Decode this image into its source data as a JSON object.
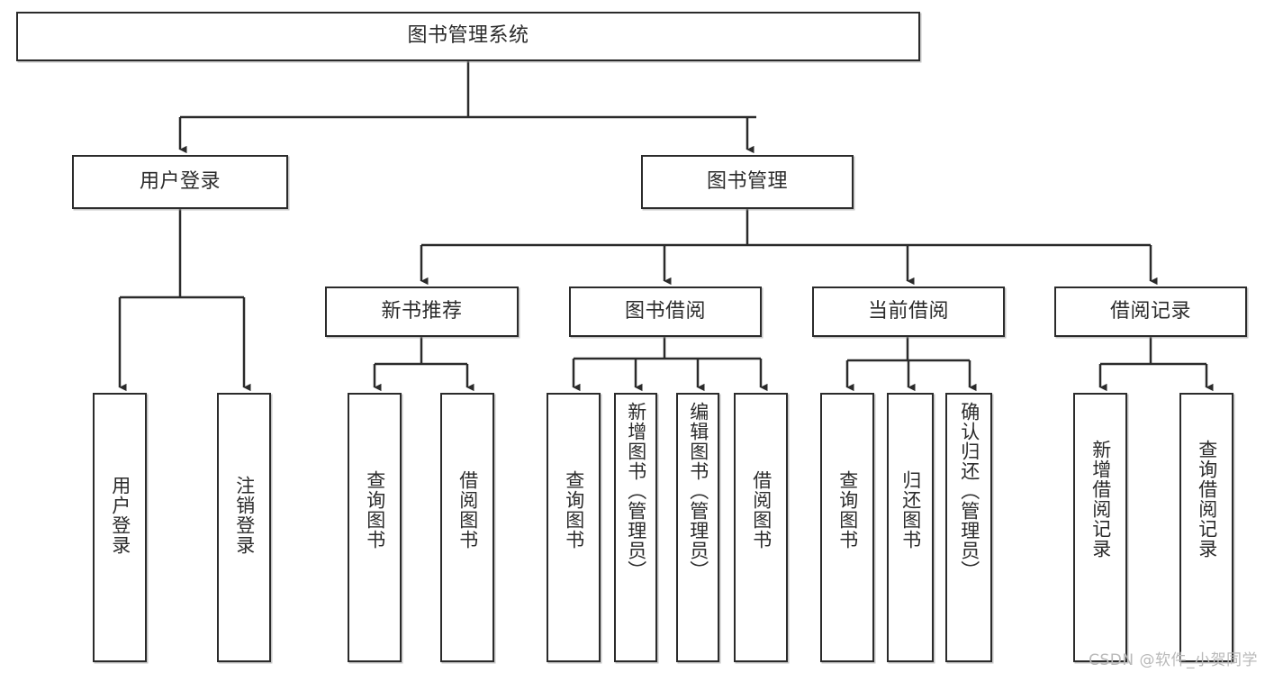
{
  "diagram": {
    "title": "图书管理系统",
    "type": "tree-hierarchy-diagram",
    "root": {
      "label": "图书管理系统"
    },
    "level1": [
      {
        "label": "用户登录"
      },
      {
        "label": "图书管理"
      }
    ],
    "level2": [
      {
        "label": "新书推荐"
      },
      {
        "label": "图书借阅"
      },
      {
        "label": "当前借阅"
      },
      {
        "label": "借阅记录"
      }
    ],
    "leaves": {
      "user_login": [
        {
          "label": "用户登录"
        },
        {
          "label": "注销登录"
        }
      ],
      "new_book_recommend": [
        {
          "label": "查询图书"
        },
        {
          "label": "借阅图书"
        }
      ],
      "book_borrow": [
        {
          "label": "查询图书"
        },
        {
          "label": "新增图书（管理员）"
        },
        {
          "label": "编辑图书（管理员）"
        },
        {
          "label": "借阅图书"
        }
      ],
      "current_borrow": [
        {
          "label": "查询图书"
        },
        {
          "label": "归还图书"
        },
        {
          "label": "确认归还（管理员）"
        }
      ],
      "borrow_records": [
        {
          "label": "新增借阅记录"
        },
        {
          "label": "查询借阅记录"
        }
      ]
    },
    "watermark": "CSDN @软件_小贺同学",
    "colors": {
      "stroke": "#2b2b2b",
      "fill": "#ffffff",
      "text": "#2b2b2b",
      "watermark": "#b9b9b9"
    }
  }
}
